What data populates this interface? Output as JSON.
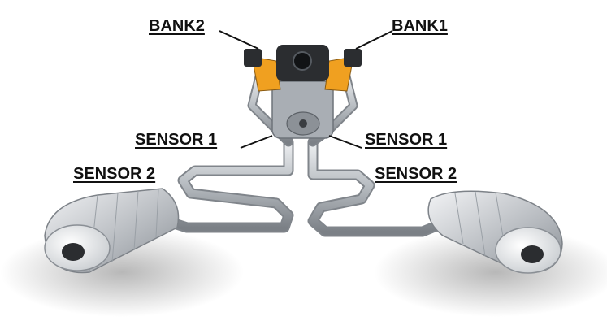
{
  "labels": {
    "bank2": "BANK2",
    "bank1": "BANK1",
    "sensor1_left": "SENSOR 1",
    "sensor1_right": "SENSOR 1",
    "sensor2_left": "SENSOR 2",
    "sensor2_right": "SENSOR 2"
  },
  "colors": {
    "background": "#ffffff",
    "label_text": "#111111",
    "leader_line": "#111111",
    "pipe_metal": "#b9bdc2",
    "engine_dark": "#2b2d30",
    "engine_accent": "#f0a020"
  }
}
